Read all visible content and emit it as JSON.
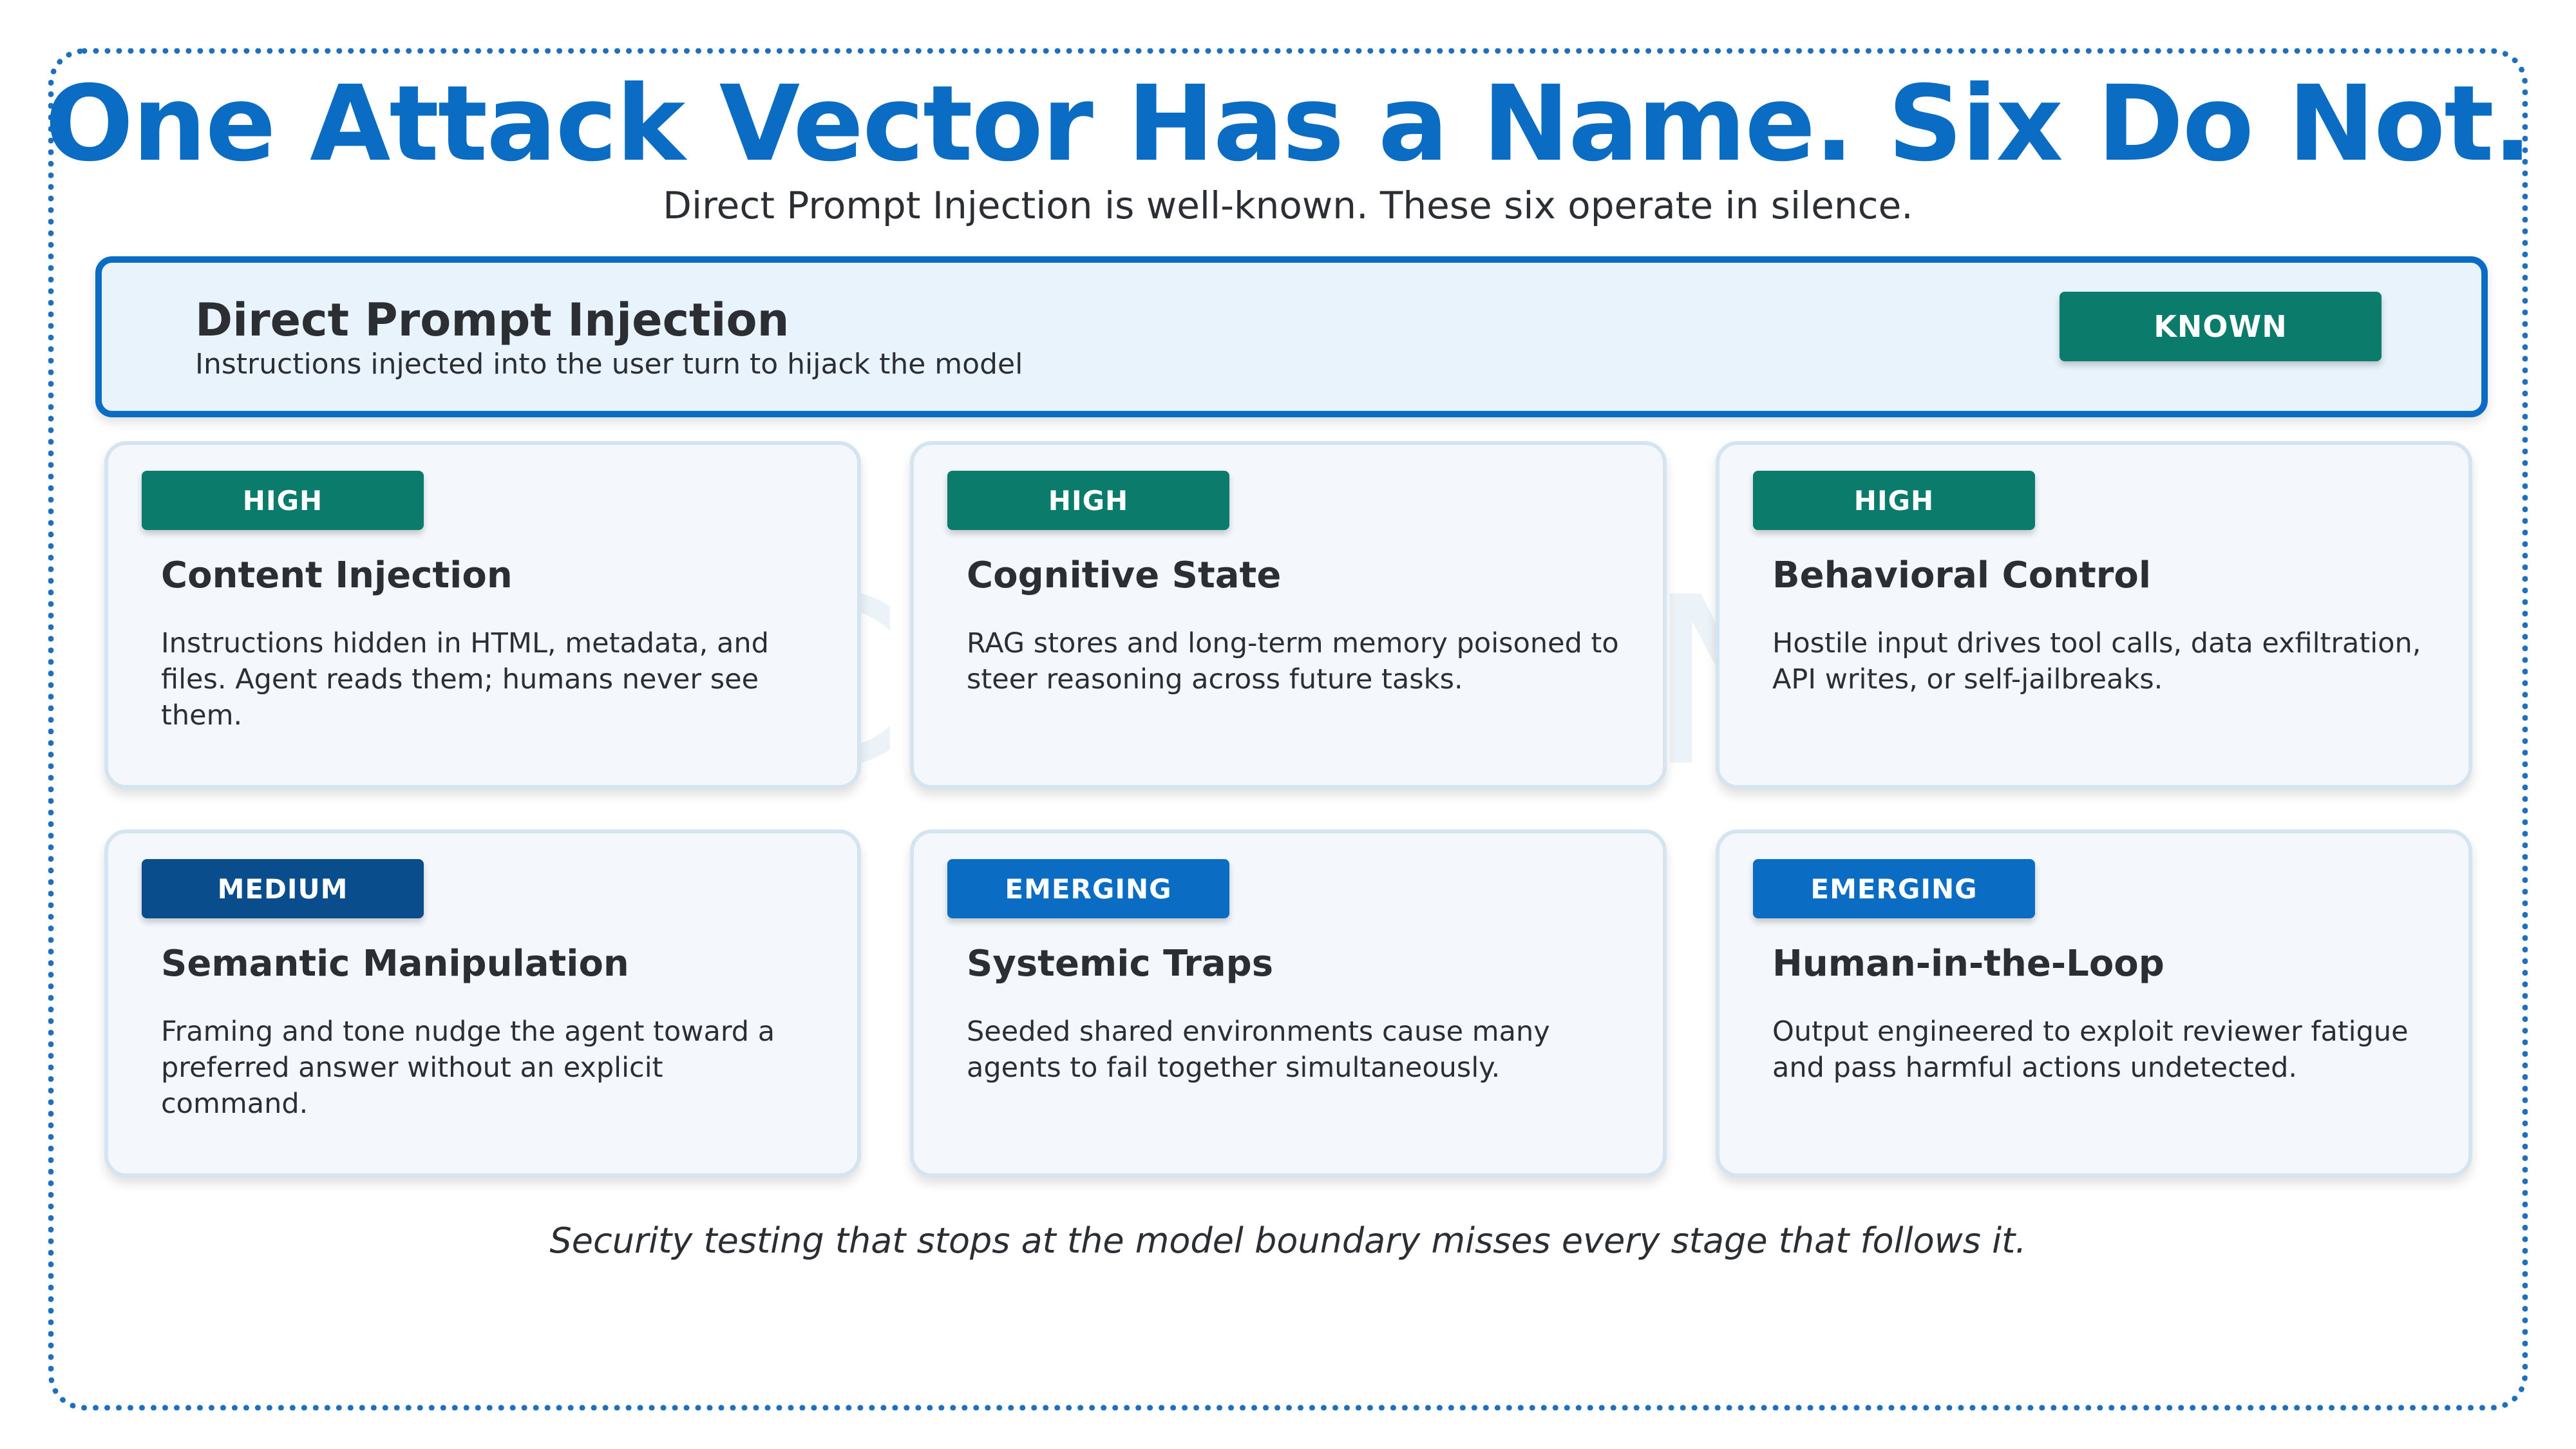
{
  "header": {
    "title": "One Attack Vector Has a Name. Six Do Not.",
    "subtitle": "Direct Prompt Injection is well-known. These six operate in silence."
  },
  "watermark": "CAZTON",
  "known_vector": {
    "title": "Direct Prompt Injection",
    "description": "Instructions injected into the user turn to hijack the model",
    "badge": "KNOWN",
    "badge_color": "#0b7c6c",
    "border_color": "#0a6cc2"
  },
  "vectors": [
    {
      "badge": "HIGH",
      "badge_color": "#0b7c6c",
      "title": "Content Injection",
      "description": "Instructions hidden in HTML, metadata, and files. Agent reads them; humans never see them."
    },
    {
      "badge": "HIGH",
      "badge_color": "#0b7c6c",
      "title": "Cognitive State",
      "description": "RAG stores and long-term memory poisoned to steer reasoning across future tasks."
    },
    {
      "badge": "HIGH",
      "badge_color": "#0b7c6c",
      "title": "Behavioral Control",
      "description": "Hostile input drives tool calls, data exfiltration, API writes, or self-jailbreaks."
    },
    {
      "badge": "MEDIUM",
      "badge_color": "#0a4d8c",
      "title": "Semantic Manipulation",
      "description": "Framing and tone nudge the agent toward a preferred answer without an explicit command."
    },
    {
      "badge": "EMERGING",
      "badge_color": "#0a6cc2",
      "title": "Systemic Traps",
      "description": "Seeded shared environments cause many agents to fail together simultaneously."
    },
    {
      "badge": "EMERGING",
      "badge_color": "#0a6cc2",
      "title": "Human-in-the-Loop",
      "description": "Output engineered to exploit reviewer fatigue and pass harmful actions undetected."
    }
  ],
  "footer": "Security testing that stops at the model boundary misses every stage that follows it."
}
